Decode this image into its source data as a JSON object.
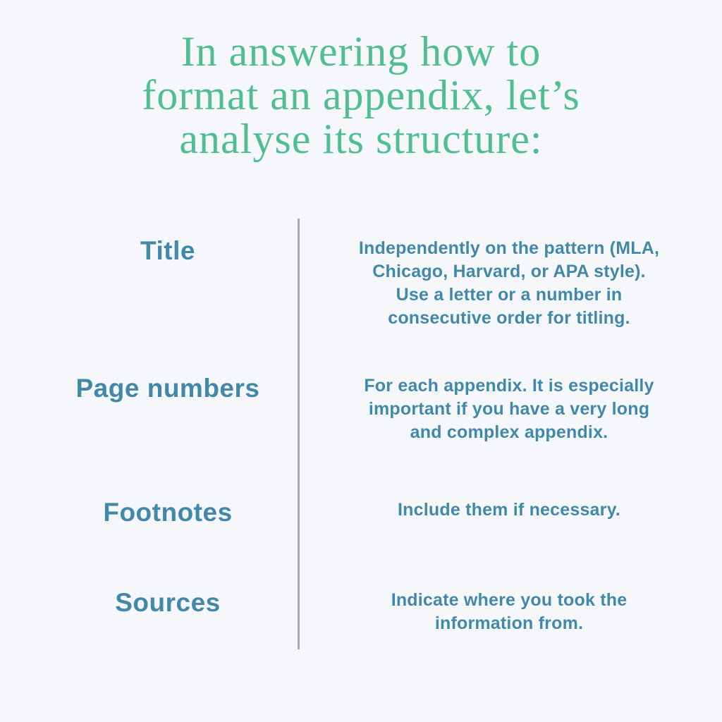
{
  "colors": {
    "background": "#F6F7FA",
    "title_green": "#50BD93",
    "text_teal": "#4288A8",
    "divider_gray": "#A8AAAD"
  },
  "title": {
    "lines": [
      "In answering how to",
      "format an appendix, let’s",
      "analyse its structure:"
    ]
  },
  "table": {
    "rows": [
      {
        "label": "Title",
        "description_lines": [
          "Independently on the pattern (MLA,",
          "Chicago, Harvard, or APA style).",
          "Use a letter or a number in",
          "consecutive order for titling."
        ]
      },
      {
        "label": "Page numbers",
        "description_lines": [
          "For each appendix. It is especially",
          "important if you have a very long",
          "and complex appendix."
        ]
      },
      {
        "label": "Footnotes",
        "description_lines": [
          "Include them if necessary."
        ]
      },
      {
        "label": "Sources",
        "description_lines": [
          "Indicate where you took the",
          "information from."
        ]
      }
    ]
  }
}
